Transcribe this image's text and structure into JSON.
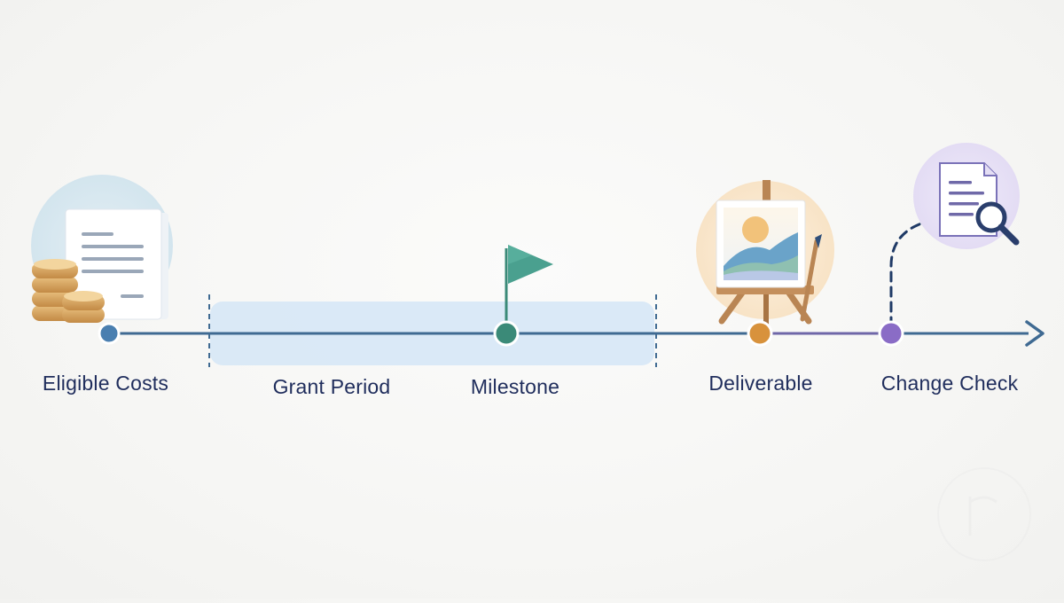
{
  "colors": {
    "line": "#3f6a92",
    "band": "#d6e7f6",
    "label": "#1f2d5c",
    "node_eligible": "#4a7fb0",
    "node_milestone": "#3b8a78",
    "node_deliverable": "#d8923c",
    "node_change": "#8a6cc6"
  },
  "timeline": {
    "eligible_costs": {
      "label": "Eligible Costs",
      "icon": "coins-and-document-icon"
    },
    "grant_period": {
      "label": "Grant Period"
    },
    "milestone": {
      "label": "Milestone",
      "icon": "flag-icon"
    },
    "deliverable": {
      "label": "Deliverable",
      "icon": "easel-painting-icon"
    },
    "change_check": {
      "label": "Change Check",
      "icon": "document-magnifier-icon"
    }
  }
}
